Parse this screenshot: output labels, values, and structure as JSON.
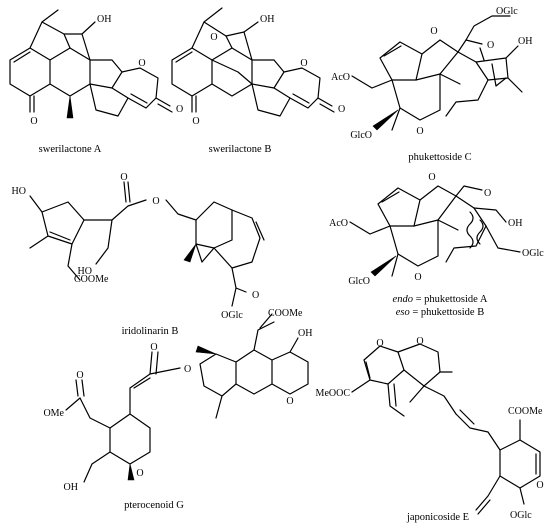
{
  "atoms": {
    "oh": "OH",
    "o": "O",
    "aco": "AcO",
    "oglc": "OGlc",
    "glco": "GlcO",
    "ho": "HO",
    "coome": "COOMe",
    "meooc": "MeOOC",
    "ome": "OMe"
  },
  "captions": {
    "swerilactone_a": "swerilactone A",
    "swerilactone_b": "swerilactone B",
    "phukettoside_c": "phukettoside C",
    "iridolinarin_b": "iridolinarin B",
    "pk_endo_italic": "endo",
    "pk_endo_rest": " = phukettoside A",
    "pk_eso_italic": "eso",
    "pk_eso_rest": " = phukettoside B",
    "pterocenoid_g": "pterocenoid G",
    "japonicoside_e": "japonicoside E"
  }
}
